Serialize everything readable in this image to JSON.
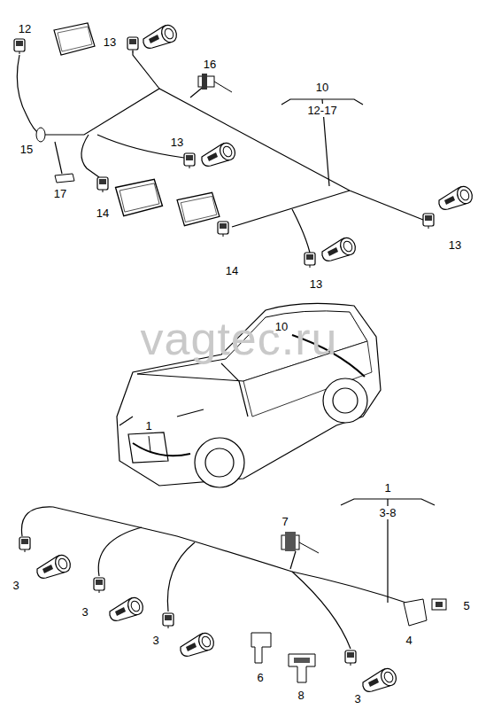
{
  "diagram": {
    "labels": [
      "12",
      "13",
      "16",
      "10",
      "12-17",
      "15",
      "17",
      "14",
      "13",
      "13",
      "14",
      "13",
      "10",
      "vagtec.ru",
      "1",
      "1",
      "3-8",
      "7",
      "5",
      "3",
      "3",
      "3",
      "4",
      "6",
      "8",
      "3"
    ]
  }
}
